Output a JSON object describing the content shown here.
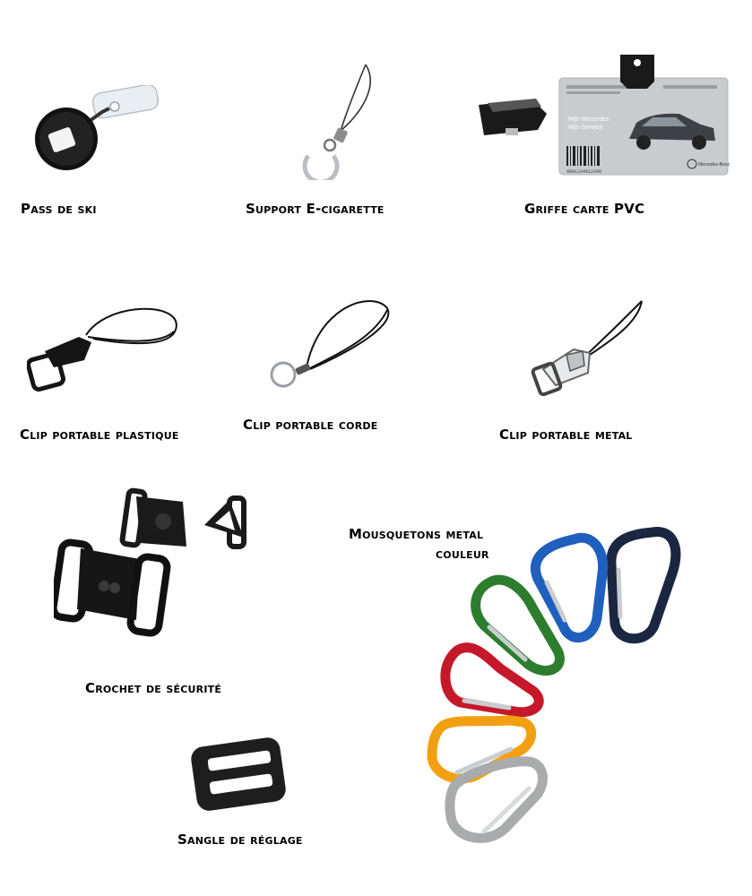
{
  "products": [
    {
      "id": "ski-pass",
      "label": "Pass de ski",
      "icon": "retractable-reel-icon"
    },
    {
      "id": "ecig-holder",
      "label": "Support E-cigarette",
      "icon": "ecig-ring-lanyard-icon"
    },
    {
      "id": "pvc-clip",
      "label": "Griffe carte PVC",
      "icon": "card-clip-icon"
    },
    {
      "id": "plastic-clip",
      "label": "Clip portable plastique",
      "icon": "plastic-clip-icon"
    },
    {
      "id": "cord-clip",
      "label": "Clip portable corde",
      "icon": "cord-loop-icon"
    },
    {
      "id": "metal-clip",
      "label": "Clip portable metal",
      "icon": "metal-clip-icon"
    },
    {
      "id": "safety-hook",
      "label": "Crochet de sécurité",
      "icon": "safety-buckle-icon"
    },
    {
      "id": "strap-adjuster",
      "label": "Sangle de réglage",
      "icon": "strap-slider-icon"
    },
    {
      "id": "carabiners",
      "label_line1": "Mousquetons metal",
      "label_line2": "couleur",
      "icon": "carabiner-icon"
    }
  ],
  "card": {
    "brand_line1": "Mijn Mercedes",
    "brand_line2": "Mijn Service",
    "barcode_text": "9901234512345",
    "logo_text": "Mercedes-Benz"
  },
  "carabiner_colors": [
    "#2c7d2e",
    "#1f5fbd",
    "#1b2740",
    "#c5192a",
    "#f2a012",
    "#a9abad"
  ]
}
